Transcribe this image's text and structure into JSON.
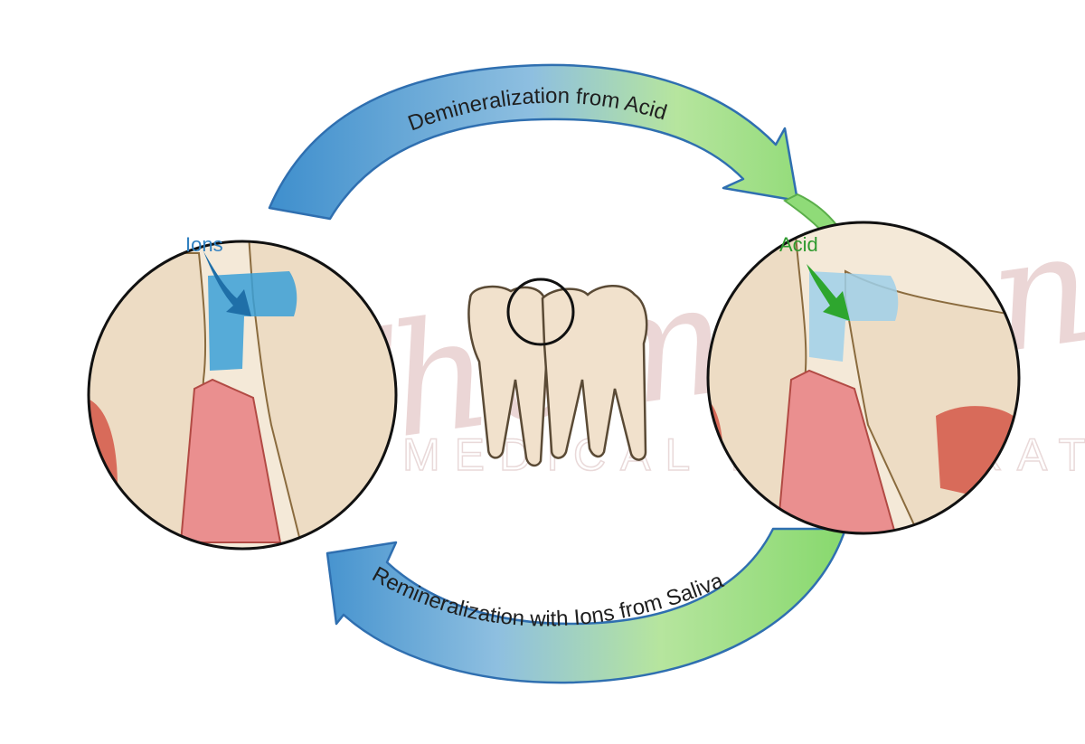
{
  "arrows": {
    "top_label": "Demineralization from Acid",
    "bottom_label": "Remineralization with Ions from Saliva"
  },
  "callouts": {
    "left": "Ions",
    "right": "Acid"
  },
  "watermark": {
    "script": "Thompson",
    "caps": "MEDICAL ILLUSTRATION"
  },
  "colors": {
    "blue": "#2e86c1",
    "green": "#7bd66b",
    "ion_blue": "#3aa0d8",
    "acid_green": "#2ea62e",
    "enamel": "#f3e7d3",
    "pulp_pink": "#ea8f8f",
    "gum_red": "#d86b5a",
    "outline": "#8a6b3e"
  }
}
